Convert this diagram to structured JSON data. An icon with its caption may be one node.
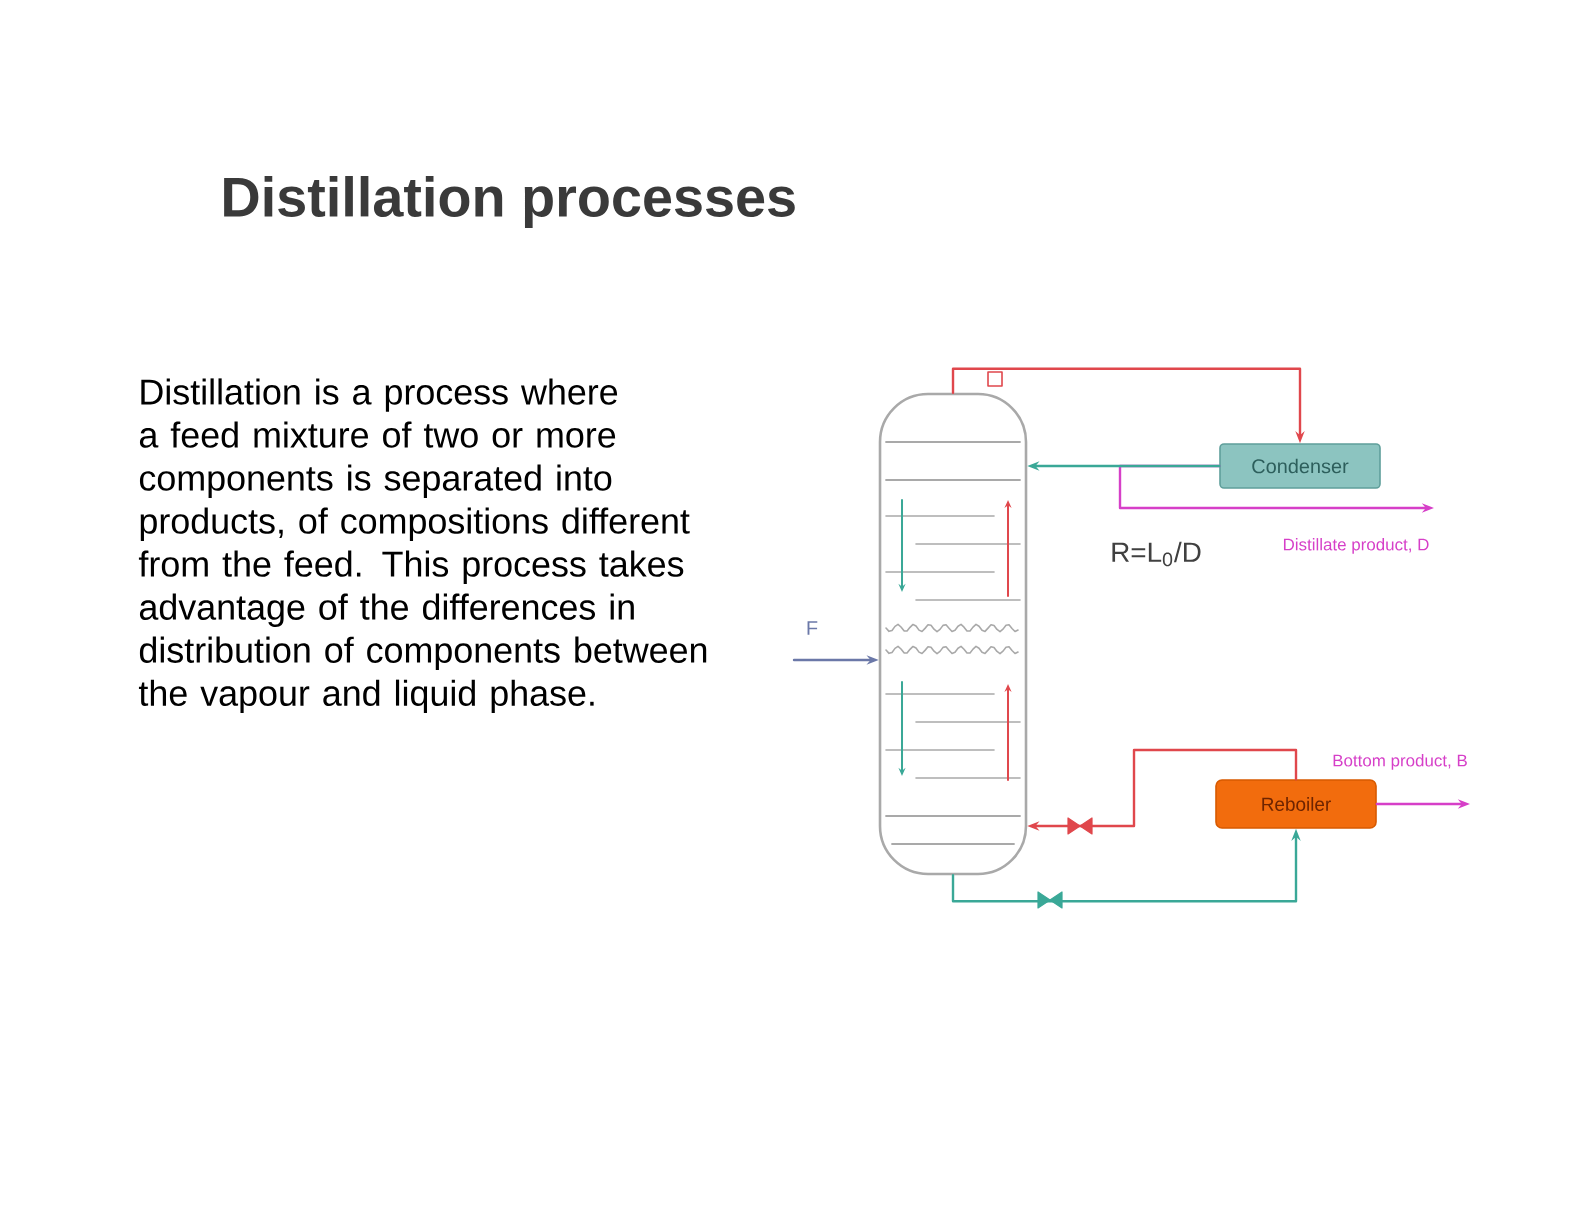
{
  "diagram": {
    "title": "Distillation processes",
    "nodes": [
      {
        "text": [],
        "shape": "cylinder"
      },
      {
        "text": [
          "Condenser"
        ]
      },
      {
        "text": [
          "Reboiler"
        ]
      }
    ],
    "edges": [
      {
        "from": 0,
        "to": 1,
        "arrow": "to",
        "color": "#e0474c"
      },
      {
        "from": 1,
        "to": 0,
        "arrow": "to",
        "color": "#3aa897"
      },
      {
        "from": 1,
        "to": null,
        "arrow": "to",
        "color": "#d63fc8",
        "label": "Distillate product, D"
      },
      {
        "from": 2,
        "to": 0,
        "arrow": "to",
        "color": "#e0474c"
      },
      {
        "from": 0,
        "to": 2,
        "arrow": "to",
        "color": "#3aa897"
      },
      {
        "from": 2,
        "to": null,
        "arrow": "to",
        "color": "#d63fc8",
        "label": "Bottom product, B"
      },
      {
        "from": null,
        "to": 0,
        "arrow": "to",
        "color": "#6b78a8",
        "label": "F"
      }
    ],
    "labels": [
      "Distillation is a process where a feed mixture of two or more components is separated into products, of compositions different from the feed. This process takes advantage of the differences in distribution of components between the vapour and liquid phase.",
      "R=L$_{0}$/D"
    ]
  }
}
